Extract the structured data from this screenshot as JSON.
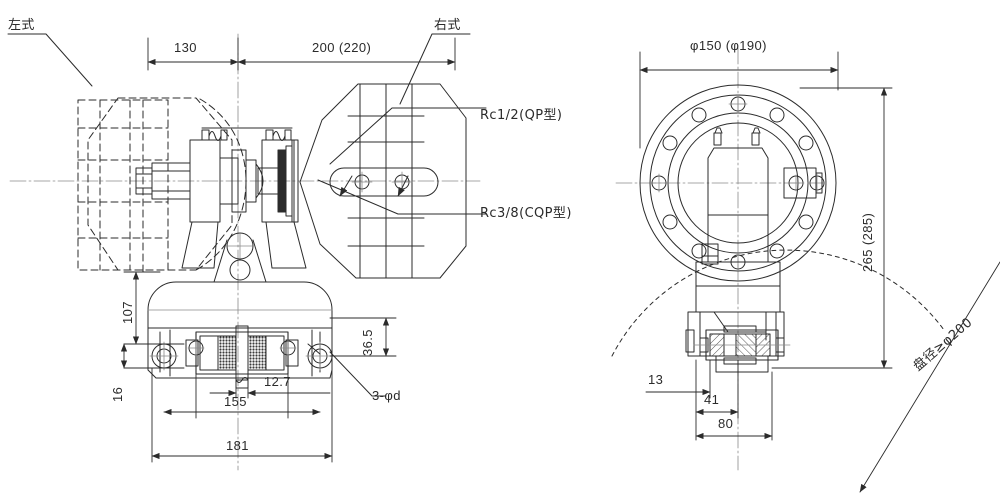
{
  "drawing": {
    "type": "engineering-assembly-drawing",
    "subject": "Pneumatic disc brake (QP / CQP type) outline dimension drawing",
    "background_color": "#ffffff",
    "line_color": "#2b2b2b",
    "views": [
      {
        "id": "left-view",
        "name": "front-elevation-view"
      },
      {
        "id": "right-view",
        "name": "side-end-view"
      }
    ]
  },
  "labels": {
    "left_type": "左式",
    "right_type": "右式",
    "port_qp": "Rc1/2(QP型)",
    "port_cqp": "Rc3/8(CQP型)",
    "disc_diameter_note": "盘径≥φ200"
  },
  "dimensions": {
    "left_view": {
      "d130": "130",
      "d200": "200 (220)",
      "d107": "107",
      "d16": "16",
      "d36_5": "36.5",
      "d12_7": "12.7",
      "d155": "155",
      "d181": "181",
      "holes": "3-φd"
    },
    "right_view": {
      "flange_dia": "φ150 (φ190)",
      "height": "265 (285)",
      "d13": "13",
      "d41": "41",
      "d80": "80"
    }
  },
  "geometry": {
    "flange_bolt_count": 12,
    "disc_thickness_mm": 12.7,
    "mounting_holes": 3
  }
}
